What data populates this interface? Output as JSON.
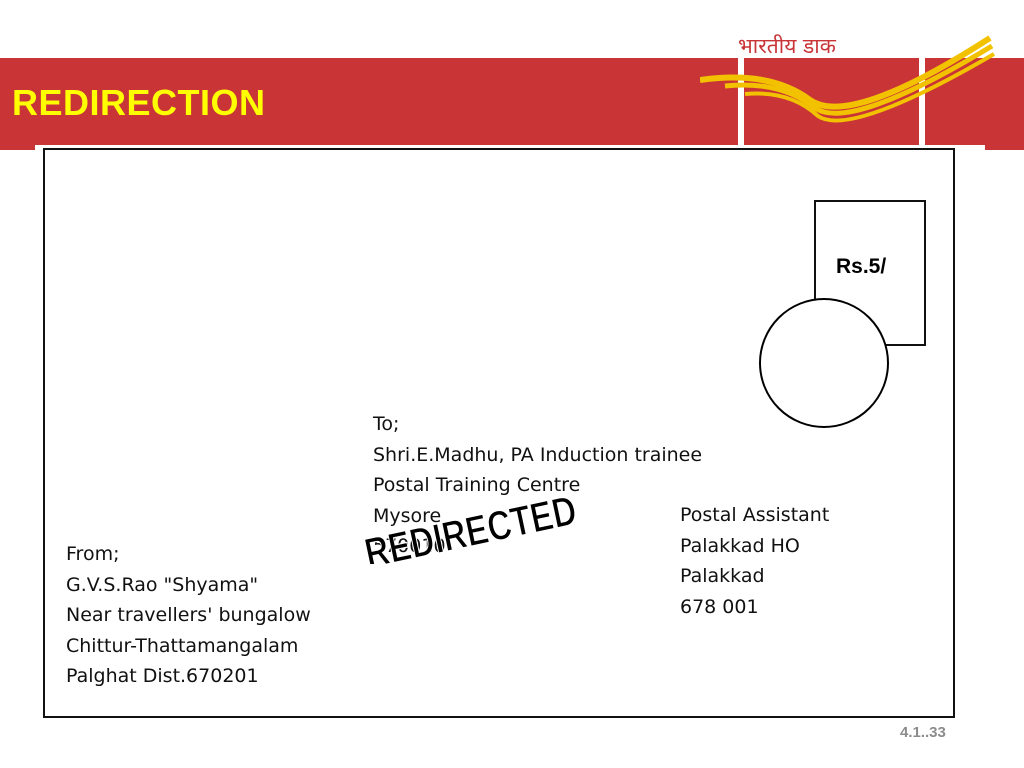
{
  "slide": {
    "title": "REDIRECTION",
    "logo_text": "भारतीय डाक",
    "slide_number": "4.1..33"
  },
  "colors": {
    "title_bar": "#c93437",
    "title_text": "#ffff00",
    "logo_accent": "#f2c200"
  },
  "envelope": {
    "stamp": {
      "value": "Rs.5/"
    },
    "to": {
      "lines": [
        "To;",
        "Shri.E.Madhu, PA Induction trainee",
        "Postal Training Centre",
        "Mysore",
        "570010"
      ]
    },
    "redirect_stamp": "REDIRECTED",
    "new_address": {
      "lines": [
        "Postal Assistant",
        "Palakkad HO",
        "Palakkad",
        "678 001"
      ]
    },
    "from": {
      "lines": [
        "From;",
        "G.V.S.Rao \"Shyama\"",
        "Near travellers' bungalow",
        "Chittur-Thattamangalam",
        "Palghat Dist.670201"
      ]
    }
  }
}
